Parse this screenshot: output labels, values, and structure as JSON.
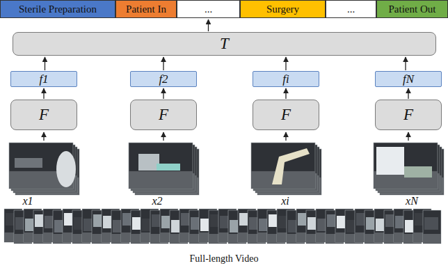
{
  "diagram": {
    "nodes": [
      {
        "text": [
          "Sterile Preparation"
        ]
      },
      {
        "text": [
          "Patient In"
        ]
      },
      {
        "text": [
          "..."
        ]
      },
      {
        "text": [
          "Surgery"
        ]
      },
      {
        "text": [
          "..."
        ]
      },
      {
        "text": [
          "Patient Out"
        ]
      },
      {
        "text": [
          "T"
        ]
      },
      {
        "text": [
          "f1"
        ]
      },
      {
        "text": [
          "f2"
        ]
      },
      {
        "text": [
          "fi"
        ]
      },
      {
        "text": [
          "fN"
        ]
      },
      {
        "text": [
          "F"
        ]
      },
      {
        "text": [
          "F"
        ]
      },
      {
        "text": [
          "F"
        ]
      },
      {
        "text": [
          "F"
        ]
      }
    ],
    "edges": [
      {
        "from": 11,
        "to": 7,
        "arrow": "to"
      },
      {
        "from": 12,
        "to": 8,
        "arrow": "to"
      },
      {
        "from": 13,
        "to": 9,
        "arrow": "to"
      },
      {
        "from": 14,
        "to": 10,
        "arrow": "to"
      },
      {
        "from": 7,
        "to": 6,
        "arrow": "to"
      },
      {
        "from": 8,
        "to": 6,
        "arrow": "to"
      },
      {
        "from": 9,
        "to": 6,
        "arrow": "to"
      },
      {
        "from": 10,
        "to": 6,
        "arrow": "to"
      },
      {
        "from": 6,
        "to": 2,
        "arrow": "to"
      }
    ],
    "labels": [
      "x1",
      "x2",
      "xi",
      "xN",
      "Full-length Video"
    ]
  }
}
